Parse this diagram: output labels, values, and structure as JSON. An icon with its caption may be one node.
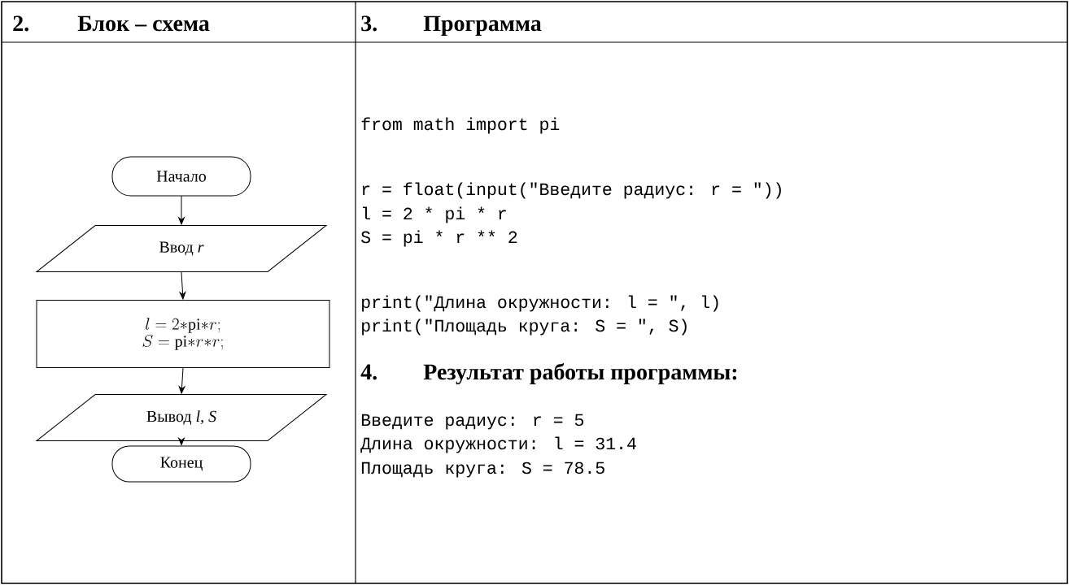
{
  "diagram": {
    "nodes": [
      {
        "text": [
          "Начало"
        ]
      },
      {
        "text": [
          "Ввод *r*"
        ]
      },
      {
        "text": [
          "l = 2{*}\\mathrm{pi}{*}r;",
          "S = \\mathrm{pi}{*}r{*}r;"
        ]
      },
      {
        "text": [
          "Вывод *l*, *S*"
        ]
      },
      {
        "text": [
          "Конец"
        ]
      }
    ],
    "edges": [
      {
        "from": 0,
        "to": 1,
        "arrow": "to"
      },
      {
        "from": 1,
        "to": 2,
        "arrow": "to"
      },
      {
        "from": 2,
        "to": 3,
        "arrow": "to"
      },
      {
        "from": 3,
        "to": 4,
        "arrow": "to"
      }
    ],
    "labels": [
      "2.",
      "Блок – схема",
      "3.",
      "Программа",
      "from math import pi",
      "r = float(input(\"Введите радиус: r = \"))",
      "l = 2 * pi * r",
      "S = pi * r ** 2",
      "print(\"Длина окружности: l = \", l)",
      "print(\"Площадь круга: S = \", S)",
      "4.",
      "Результат работы программы:",
      "Введите радиус: r = 5",
      "Длина окружности: l = 31.4",
      "Площадь круга: S = 78.5"
    ]
  }
}
